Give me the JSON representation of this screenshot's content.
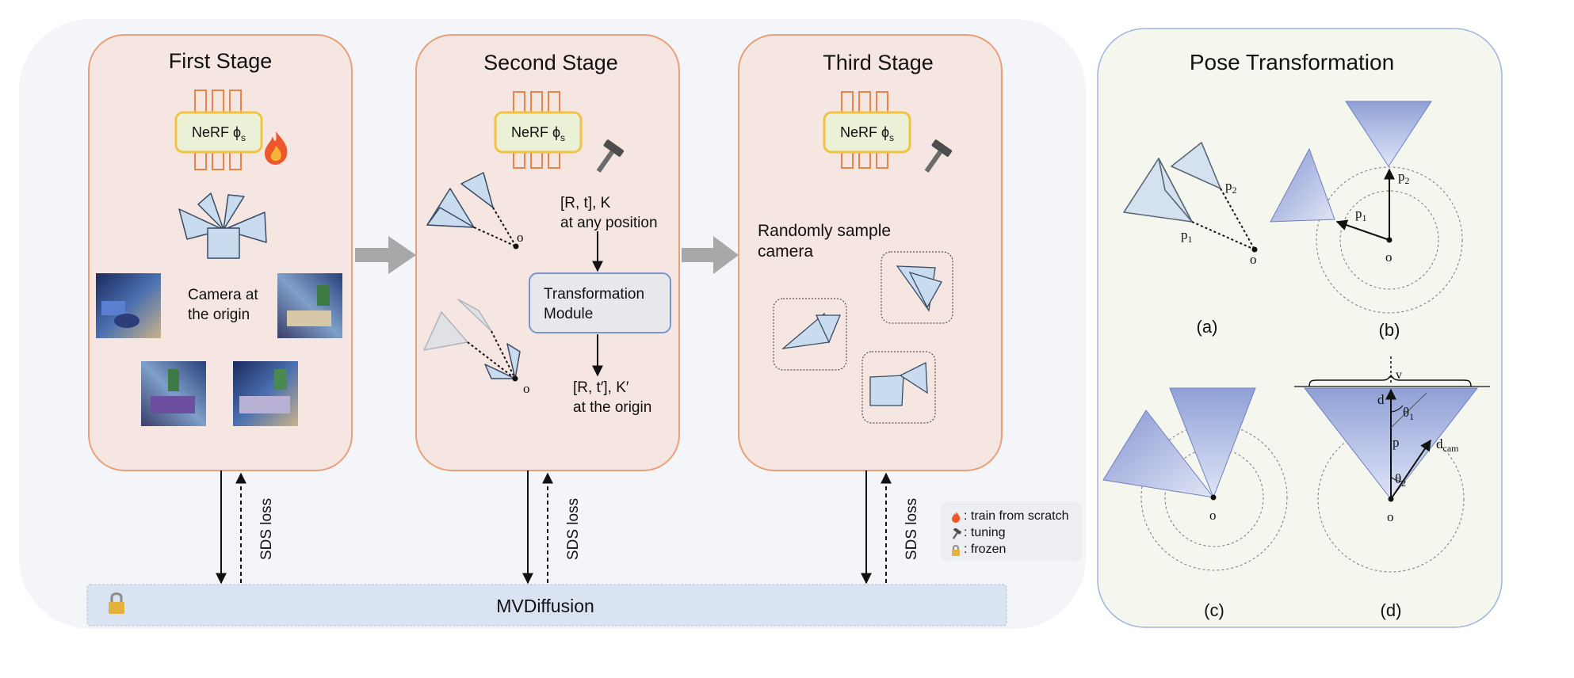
{
  "stages": {
    "first": {
      "title": "First Stage",
      "nerf": "NeRF ϕ",
      "nerf_sub": "s",
      "camera_text_1": "Camera at",
      "camera_text_2": "the origin"
    },
    "second": {
      "title": "Second Stage",
      "nerf": "NeRF ϕ",
      "nerf_sub": "s",
      "pose_in_1": "[R, t], K",
      "pose_in_2": "at any position",
      "module_1": "Transformation",
      "module_2": "Module",
      "pose_out_1": "[R, t′], K′",
      "pose_out_2": "at the origin",
      "origin": "o",
      "origin2": "o"
    },
    "third": {
      "title": "Third Stage",
      "nerf": "NeRF ϕ",
      "nerf_sub": "s",
      "sample_1": "Randomly sample",
      "sample_2": "camera"
    }
  },
  "sds_loss": "SDS loss",
  "mvdiffusion": "MVDiffusion",
  "legend": {
    "train": ": train from scratch",
    "tuning": ": tuning",
    "frozen": ": frozen"
  },
  "pose": {
    "title": "Pose Transformation",
    "a": "(a)",
    "b": "(b)",
    "c": "(c)",
    "d": "(d)",
    "o": "o",
    "p": "p",
    "p1": "p",
    "p1_sub": "1",
    "p2": "p",
    "p2_sub": "2",
    "d_lbl": "d",
    "v": "v",
    "theta": "θ",
    "theta1_sub": "1",
    "theta2_sub": "2",
    "dcam": "d",
    "dcam_sub": "cam"
  },
  "colors": {
    "stage_fill": "#f5e6e1",
    "stage_stroke": "#e8a07a",
    "nerf_fill": "#eaf1d6",
    "nerf_stroke": "#f2c244",
    "frame_fill": "#f3f5f8",
    "pose_fill": "#f5f7ef",
    "pose_stroke": "#9fb4e0",
    "mv_fill": "#d9e3f1",
    "module_fill": "#e7e8ec",
    "module_stroke": "#7b95c9",
    "camera_fill": "#c9dbee"
  }
}
